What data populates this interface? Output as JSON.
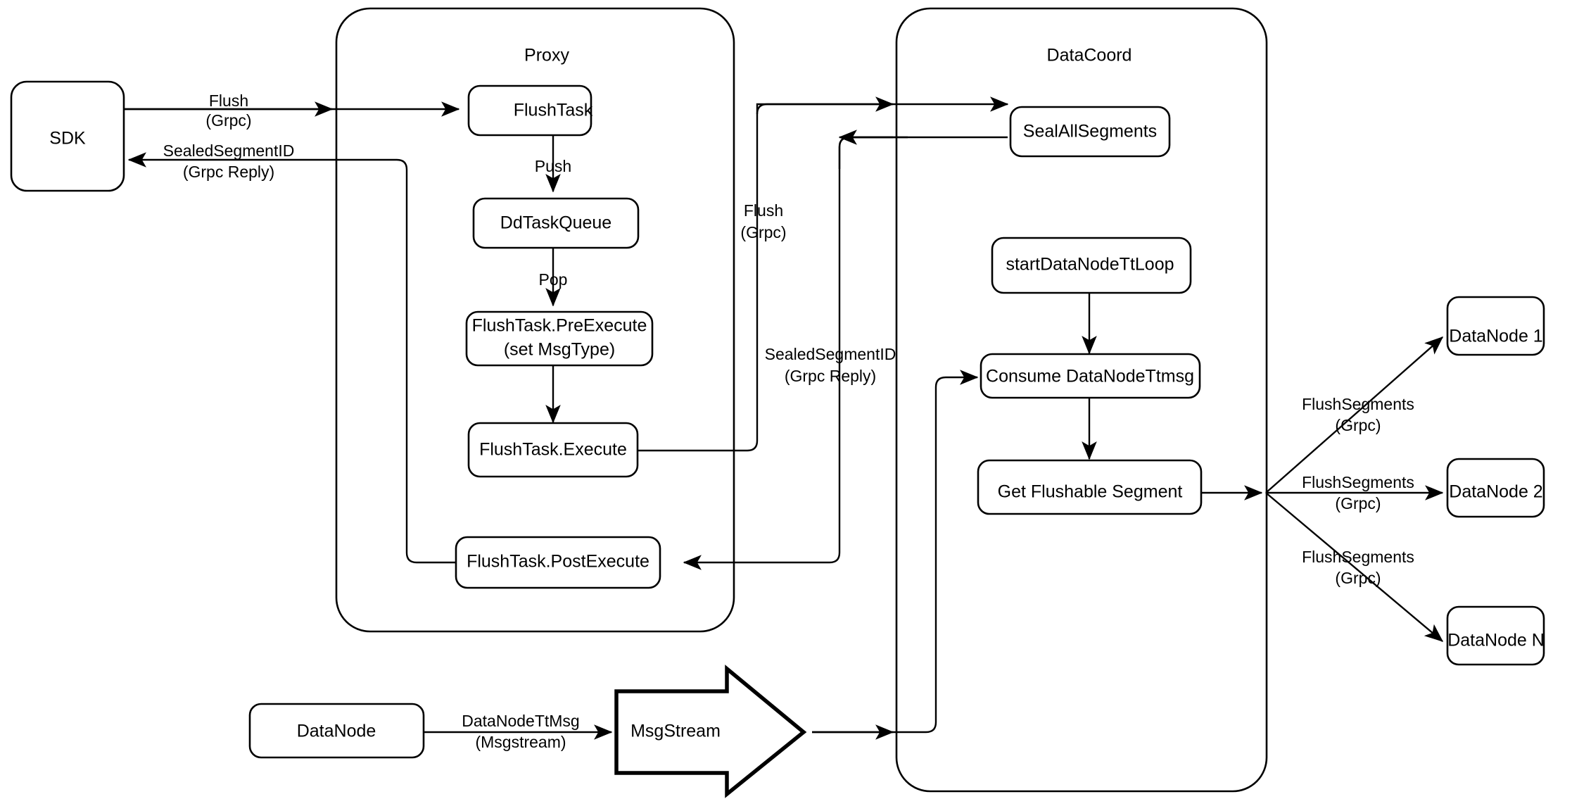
{
  "diagram": {
    "title_text": "",
    "groups": [
      {
        "id": "proxy",
        "label": "Proxy"
      },
      {
        "id": "datacoord",
        "label": "DataCoord"
      }
    ],
    "nodes": [
      {
        "id": "sdk",
        "label": "SDK"
      },
      {
        "id": "flushtask",
        "label": "FlushTask"
      },
      {
        "id": "ddtaskqueue",
        "label": "DdTaskQueue"
      },
      {
        "id": "preexecute_l1",
        "label": "FlushTask.PreExecute"
      },
      {
        "id": "preexecute_l2",
        "label": "(set MsgType)"
      },
      {
        "id": "execute",
        "label": "FlushTask.Execute"
      },
      {
        "id": "postexecute",
        "label": "FlushTask.PostExecute"
      },
      {
        "id": "sealallsegments",
        "label": "SealAllSegments"
      },
      {
        "id": "startttloop",
        "label": "startDataNodeTtLoop"
      },
      {
        "id": "consumettmsg",
        "label": "Consume DataNodeTtmsg"
      },
      {
        "id": "getflushable",
        "label": "Get Flushable Segment"
      },
      {
        "id": "datanode_src",
        "label": "DataNode"
      },
      {
        "id": "msgstream",
        "label": "MsgStream"
      },
      {
        "id": "datanode1",
        "label": "DataNode 1"
      },
      {
        "id": "datanode2",
        "label": "DataNode 2"
      },
      {
        "id": "datanodeN",
        "label": "DataNode N"
      }
    ],
    "edge_labels": [
      {
        "id": "sdk_to_proxy_l1",
        "label": "Flush"
      },
      {
        "id": "sdk_to_proxy_l2",
        "label": "(Grpc)"
      },
      {
        "id": "proxy_to_sdk_l1",
        "label": "SealedSegmentID"
      },
      {
        "id": "proxy_to_sdk_l2",
        "label": "(Grpc Reply)"
      },
      {
        "id": "push",
        "label": "Push"
      },
      {
        "id": "pop",
        "label": "Pop"
      },
      {
        "id": "proxy_to_dc_l1",
        "label": "Flush"
      },
      {
        "id": "proxy_to_dc_l2",
        "label": "(Grpc)"
      },
      {
        "id": "dc_to_proxy_l1",
        "label": "SealedSegmentID"
      },
      {
        "id": "dc_to_proxy_l2",
        "label": "(Grpc Reply)"
      },
      {
        "id": "ttmsg_l1",
        "label": "DataNodeTtMsg"
      },
      {
        "id": "ttmsg_l2",
        "label": "(Msgstream)"
      },
      {
        "id": "flushseg1_l1",
        "label": "FlushSegments"
      },
      {
        "id": "flushseg1_l2",
        "label": "(Grpc)"
      },
      {
        "id": "flushseg2_l1",
        "label": "FlushSegments"
      },
      {
        "id": "flushseg2_l2",
        "label": "(Grpc)"
      },
      {
        "id": "flushsegN_l1",
        "label": "FlushSegments"
      },
      {
        "id": "flushsegN_l2",
        "label": "(Grpc)"
      }
    ],
    "colors": {
      "stroke": "#000000",
      "fill": "#ffffff",
      "text": "#000000"
    }
  }
}
